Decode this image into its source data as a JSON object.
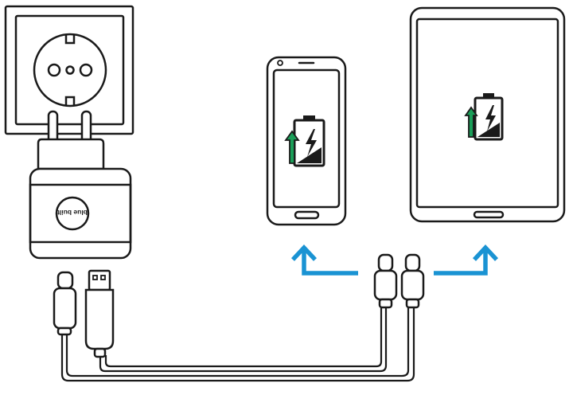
{
  "charger": {
    "brand_logo_text": "blue built",
    "outlet_icon": "schuko-wall-socket-icon",
    "plug_icon": "eu-two-pin-plug-icon",
    "port_icons": [
      "usb-c-port-icon",
      "usb-a-port-icon"
    ]
  },
  "devices": [
    {
      "name": "phone",
      "icon": "smartphone-icon",
      "status_icon": "battery-charging-icon"
    },
    {
      "name": "tablet",
      "icon": "tablet-icon",
      "status_icon": "battery-charging-icon"
    }
  ],
  "cable": {
    "type": "usb-a-to-dual-usb-c-splitter",
    "connector_icons": [
      "usb-c-connector-icon",
      "usb-c-connector-icon"
    ]
  },
  "colors": {
    "outline": "#1a1a1a",
    "arrow": "#1a93d3",
    "battery_up_arrow": "#1a9e58",
    "background": "#ffffff"
  },
  "arrows": [
    "arrow-to-phone-icon",
    "arrow-to-tablet-icon"
  ]
}
